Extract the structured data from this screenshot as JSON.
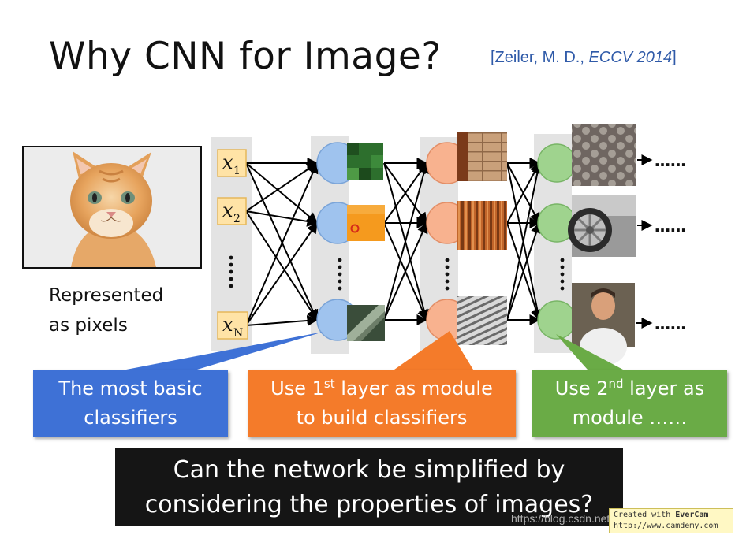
{
  "title": "Why CNN for Image?",
  "citation": {
    "author": "[Zeiler, M. D., ",
    "venue": "ECCV 2014",
    "close": "]"
  },
  "cat_caption": {
    "line1": "Represented",
    "line2": "as pixels"
  },
  "inputs": {
    "x1": "x",
    "x1_sub": "1",
    "x2": "x",
    "x2_sub": "2",
    "xn": "x",
    "xn_sub": "N"
  },
  "outputs": {
    "dots": "……"
  },
  "callouts": {
    "blue": {
      "line1": "The most basic",
      "line2": "classifiers"
    },
    "orange": {
      "pre": "Use 1",
      "sup": "st",
      "post": " layer as module",
      "line2": "to build classifiers"
    },
    "green": {
      "pre": "Use 2",
      "sup": "nd",
      "post": " layer as",
      "line2": "module ……"
    }
  },
  "question": {
    "line1": "Can the network be simplified by",
    "line2": "considering the properties of images?"
  },
  "watermark": {
    "url": "https://blog.csdn.net/...",
    "evercam_line1_prefix": "Created with ",
    "evercam_brand": "EverCam",
    "evercam_line2": "http://www.camdemy.com"
  },
  "colors": {
    "blue_node": "#9fc3ee",
    "orange_node": "#f8b28f",
    "green_node": "#9fd38e",
    "layer_bg": "#e3e3e3",
    "input_box": "#ffe3a6",
    "blue": "#3e71d6",
    "orange": "#f47b2a",
    "green": "#6aab46"
  }
}
